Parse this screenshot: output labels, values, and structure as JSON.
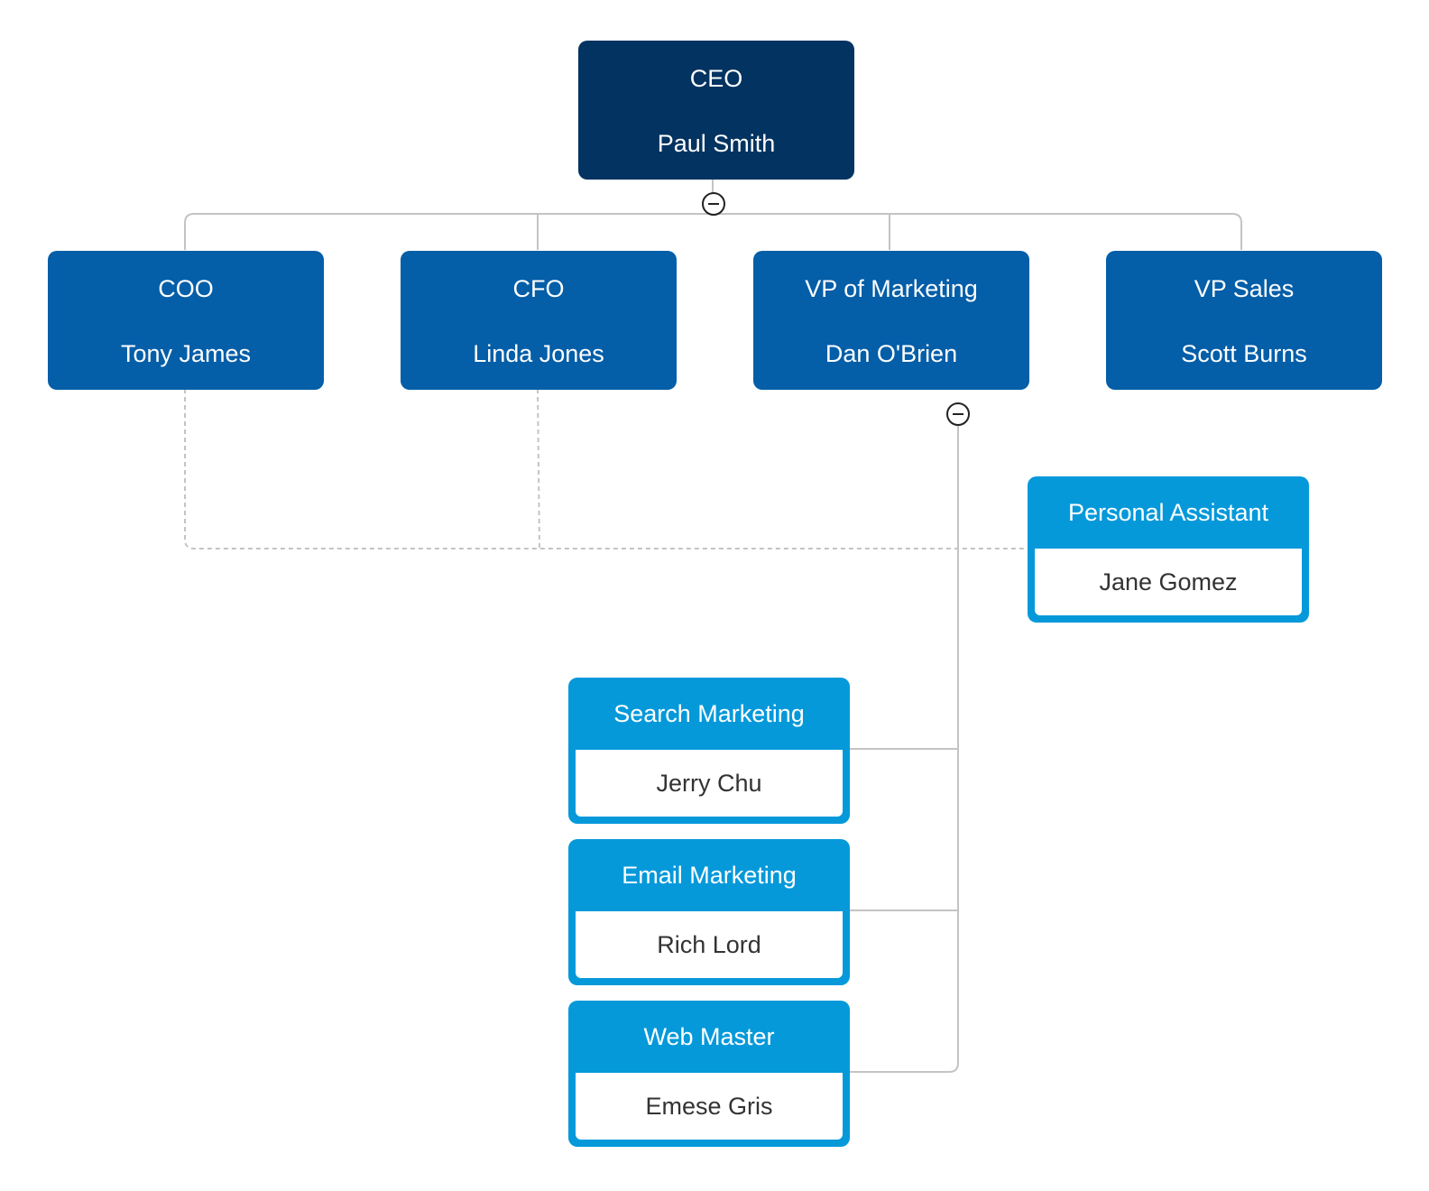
{
  "colors": {
    "ceo": "#033360",
    "vp": "#045ea8",
    "staff": "#0599da",
    "connector": "#c4c4c4"
  },
  "org": {
    "ceo": {
      "title": "CEO",
      "name": "Paul Smith"
    },
    "coo": {
      "title": "COO",
      "name": "Tony James"
    },
    "cfo": {
      "title": "CFO",
      "name": "Linda Jones"
    },
    "vp_marketing": {
      "title": "VP of Marketing",
      "name": "Dan O'Brien"
    },
    "vp_sales": {
      "title": "VP Sales",
      "name": "Scott Burns"
    },
    "personal_assistant": {
      "title": "Personal Assistant",
      "name": "Jane Gomez"
    },
    "search_marketing": {
      "title": "Search Marketing",
      "name": "Jerry Chu"
    },
    "email_marketing": {
      "title": "Email Marketing",
      "name": "Rich Lord"
    },
    "web_master": {
      "title": "Web Master",
      "name": "Emese Gris"
    }
  },
  "toggles": {
    "ceo": "collapse-icon",
    "vp_marketing": "collapse-icon"
  }
}
